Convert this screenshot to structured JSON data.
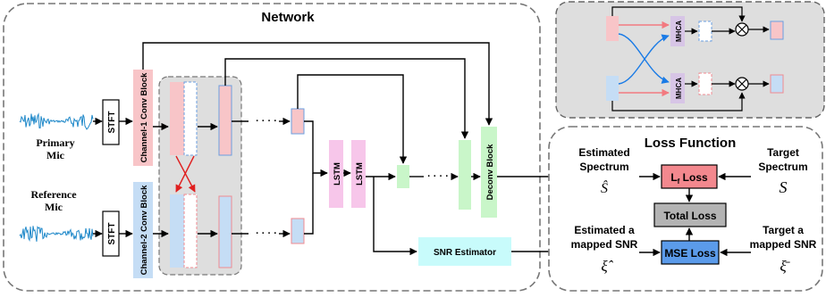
{
  "network": {
    "title": "Network"
  },
  "inputs": {
    "primary_line1": "Primary",
    "primary_line2": "Mic",
    "reference_line1": "Reference",
    "reference_line2": "Mic"
  },
  "blocks": {
    "stft": "STFT",
    "ch1_conv": "Channel-1 Conv Block",
    "ch2_conv": "Channel-2 Conv Block",
    "lstm": "LSTM",
    "deconv": "Deconv Block",
    "snr_estimator": "SNR Estimator",
    "dots": "· · · ·"
  },
  "mhca": {
    "label": "MHCA"
  },
  "loss": {
    "title": "Loss Function",
    "est_spec_1": "Estimated",
    "est_spec_2": "Spectrum",
    "est_spec_sym": "Ŝ",
    "tgt_spec_1": "Target",
    "tgt_spec_2": "Spectrum",
    "tgt_spec_sym": "S",
    "lf_loss_main": "L",
    "lf_loss_sub": "f",
    "lf_loss_rest": " Loss",
    "total_loss": "Total Loss",
    "mse_loss": "MSE Loss",
    "est_snr_1": "Estimated a",
    "est_snr_2": "mapped SNR",
    "est_snr_sym": "ξ̂",
    "tgt_snr_1": "Target a",
    "tgt_snr_2": "mapped SNR",
    "tgt_snr_sym": "ξ̄"
  },
  "colors": {
    "pink": "#f8c5c8",
    "blue": "#c5ddf5",
    "green": "#c9f6c9",
    "magenta": "#f7c6ea",
    "cyan": "#c8fbfb",
    "red_loss": "#f3888e",
    "blue_loss": "#5b9bea",
    "gray_loss": "#b3b3b3",
    "panel_gray": "#dedede"
  }
}
